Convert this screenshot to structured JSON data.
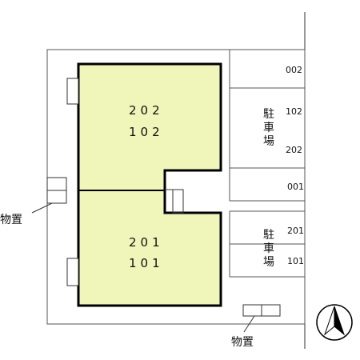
{
  "building": {
    "upper_units": [
      "202",
      "102"
    ],
    "lower_units": [
      "201",
      "101"
    ]
  },
  "parking": {
    "label_chars": [
      "駐",
      "車",
      "場"
    ],
    "upper_slots": [
      "002",
      "102",
      "202",
      "001"
    ],
    "lower_slots": [
      "201",
      "101"
    ]
  },
  "storage_label": "物置",
  "colors": {
    "building_fill": "#f0f5b9",
    "outline": "#000000"
  },
  "icons": [
    "north-arrow-icon"
  ]
}
